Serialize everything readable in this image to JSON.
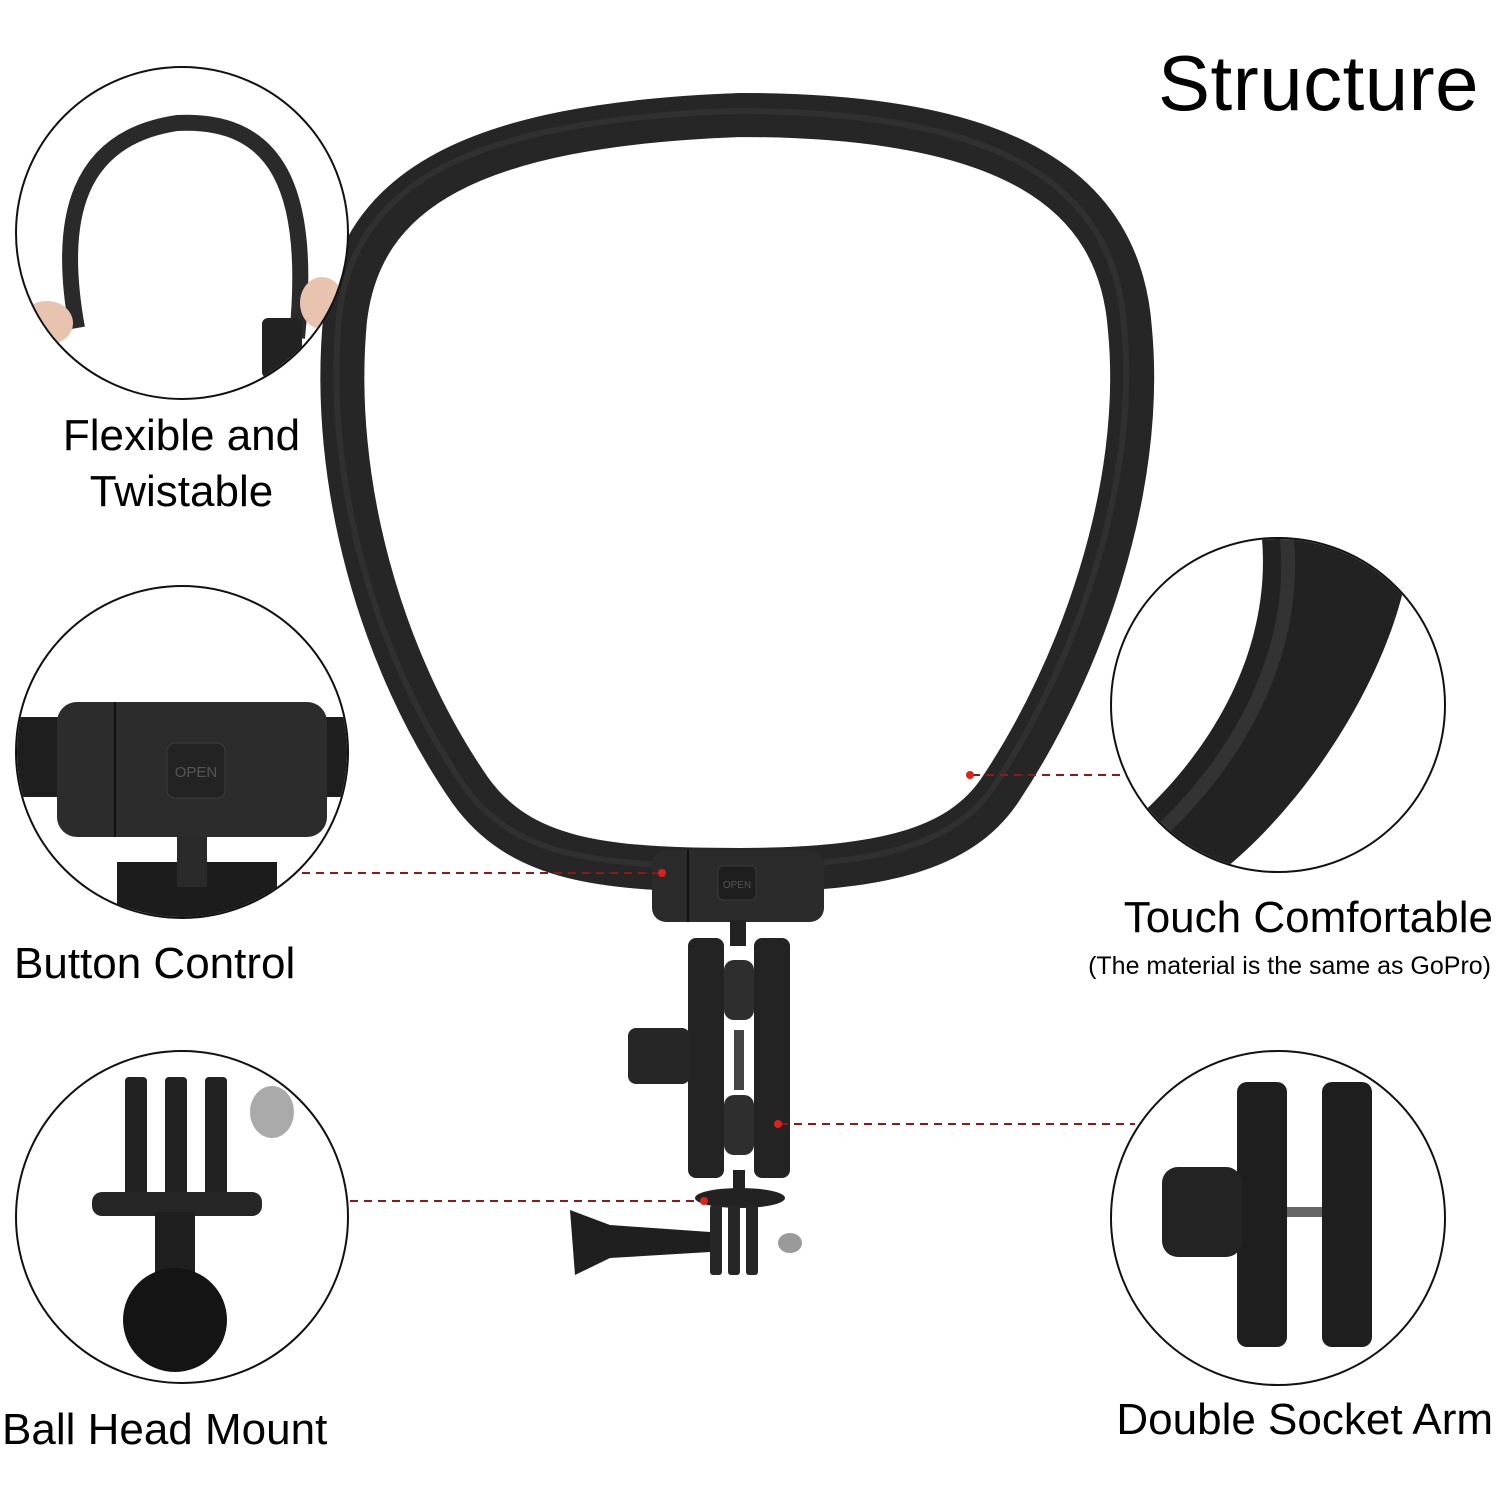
{
  "title": "Structure",
  "features": [
    {
      "id": "flexible",
      "label_line1": "Flexible and",
      "label_line2": "Twistable"
    },
    {
      "id": "button",
      "label": "Button Control",
      "button_text": "OPEN"
    },
    {
      "id": "ballhead",
      "label": "Ball Head Mount"
    },
    {
      "id": "touch",
      "label": "Touch Comfortable",
      "sublabel": "(The material is the same as GoPro)"
    },
    {
      "id": "socket",
      "label": "Double Socket Arm"
    }
  ],
  "colors": {
    "product": "#2a2a2a",
    "callout_line": "#8b1a1a",
    "callout_dot": "#e0201a",
    "circle_border": "#111111"
  }
}
